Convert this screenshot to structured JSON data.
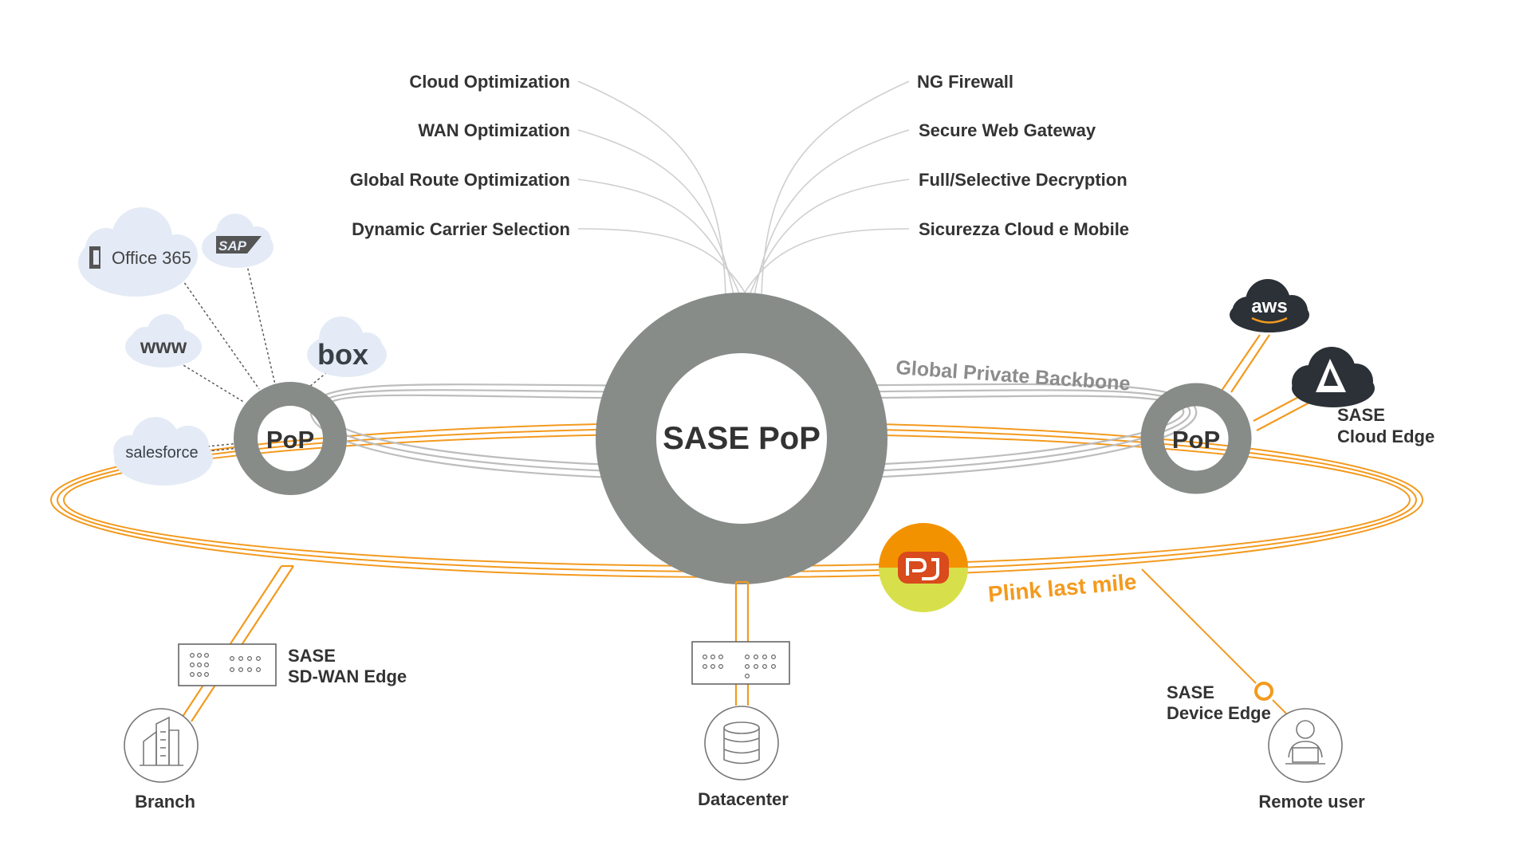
{
  "services_left": [
    "Cloud Optimization",
    "WAN Optimization",
    "Global Route Optimization",
    "Dynamic Carrier Selection"
  ],
  "services_right": [
    "NG Firewall",
    "Secure Web Gateway",
    "Full/Selective Decryption",
    "Sicurezza Cloud e Mobile"
  ],
  "center_pop": "SASE PoP",
  "left_pop": "PoP",
  "right_pop": "PoP",
  "backbone_label": "Global Private Backbone",
  "plink_label": "Plink last mile",
  "cloud_apps": {
    "office": "Office 365",
    "sap": "SAP",
    "www": "www",
    "box": "box",
    "salesforce": "salesforce",
    "aws": "aws"
  },
  "cloud_edge": {
    "line1": "SASE",
    "line2": "Cloud Edge"
  },
  "sdwan_edge": {
    "line1": "SASE",
    "line2": "SD-WAN Edge"
  },
  "device_edge": {
    "line1": "SASE",
    "line2": "Device Edge"
  },
  "endpoints": {
    "branch": "Branch",
    "datacenter": "Datacenter",
    "remote": "Remote user"
  },
  "colors": {
    "ring": "#878c89",
    "orange": "#f39a1e",
    "plink_top": "#f39200",
    "plink_bottom": "#d7e04a",
    "logo_red": "#d94a1c",
    "text": "#333333"
  }
}
